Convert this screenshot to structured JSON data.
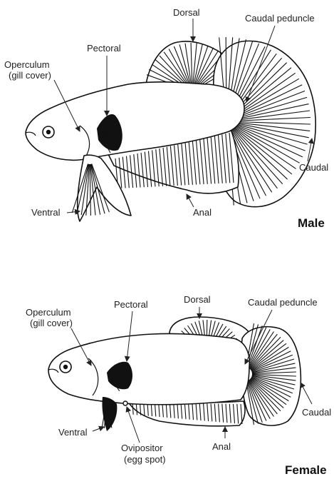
{
  "male": {
    "heading": "Male",
    "labels": {
      "dorsal": "Dorsal",
      "caudal_peduncle": "Caudal peduncle",
      "pectoral": "Pectoral",
      "operculum_line1": "Operculum",
      "operculum_line2": "(gill cover)",
      "caudal": "Caudal",
      "ventral": "Ventral",
      "anal": "Anal"
    }
  },
  "female": {
    "heading": "Female",
    "labels": {
      "dorsal": "Dorsal",
      "caudal_peduncle": "Caudal peduncle",
      "pectoral": "Pectoral",
      "operculum_line1": "Operculum",
      "operculum_line2": "(gill cover)",
      "caudal": "Caudal",
      "ventral": "Ventral",
      "anal": "Anal",
      "ovipositor_line1": "Ovipositor",
      "ovipositor_line2": "(egg spot)"
    }
  },
  "colors": {
    "ink": "#111111",
    "background": "#ffffff"
  }
}
